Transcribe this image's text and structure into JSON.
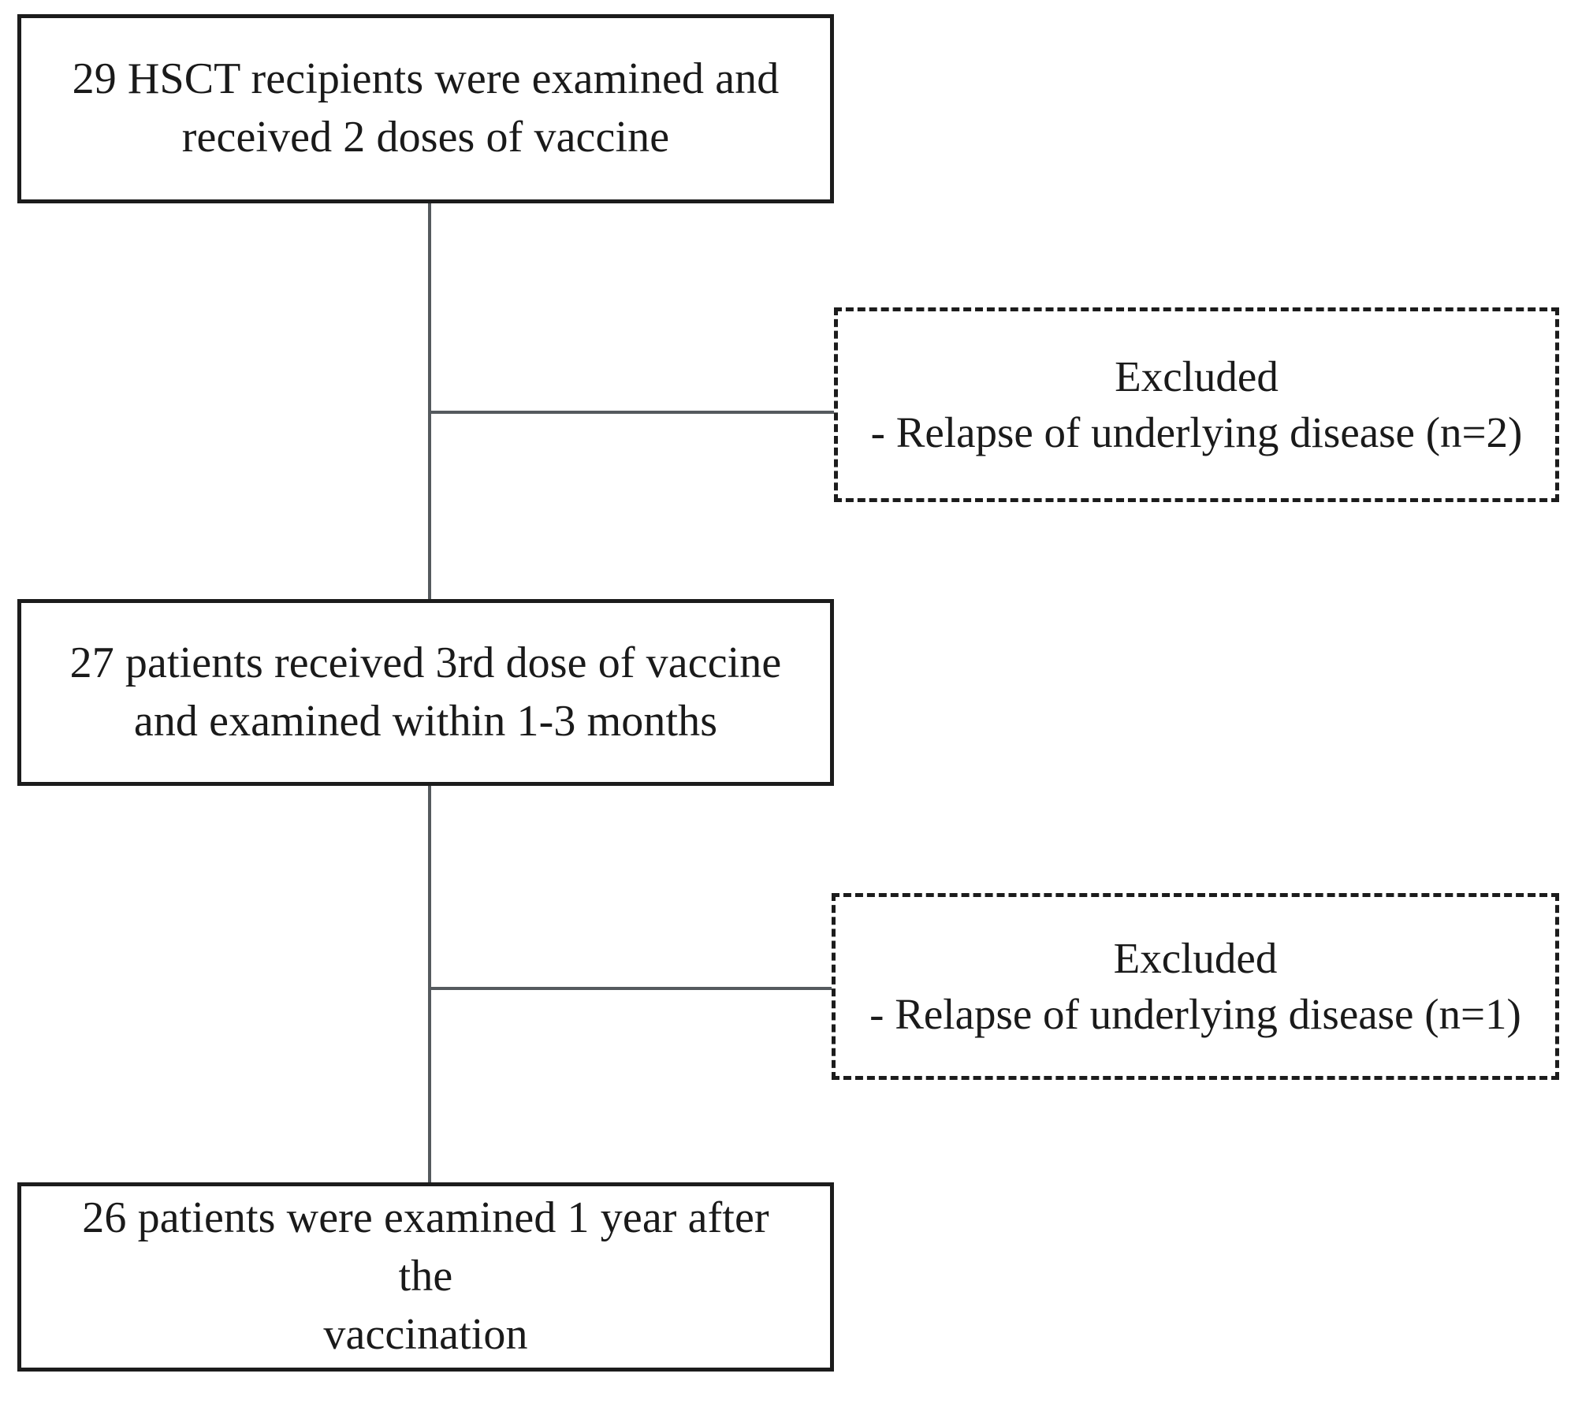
{
  "diagram": {
    "type": "flowchart",
    "orientation": "vertical",
    "title": "",
    "nodes": [
      {
        "id": "enrolled",
        "shape": "rectangle",
        "border_style": "solid",
        "text": "29 HSCT recipients were examined and\nreceived 2 doses of vaccine",
        "count": 29
      },
      {
        "id": "third-dose",
        "shape": "rectangle",
        "border_style": "solid",
        "text": "27 patients received 3rd dose of vaccine\nand examined within 1-3 months",
        "count": 27
      },
      {
        "id": "one-year",
        "shape": "rectangle",
        "border_style": "solid",
        "text": "26 patients were examined 1 year after the\nvaccination",
        "count": 26
      }
    ],
    "exclusions": [
      {
        "id": "exclusion-1",
        "shape": "rectangle",
        "border_style": "dashed",
        "title": "Excluded",
        "reason": "- Relapse of underlying disease (n=2)",
        "n": 2
      },
      {
        "id": "exclusion-2",
        "shape": "rectangle",
        "border_style": "dashed",
        "title": "Excluded",
        "reason": "- Relapse of underlying disease (n=1)",
        "n": 1
      }
    ],
    "colors": {
      "background": "#ffffff",
      "box_border": "#1c1c1c",
      "connector": "#555a5e",
      "text": "#1a1a1a"
    }
  }
}
